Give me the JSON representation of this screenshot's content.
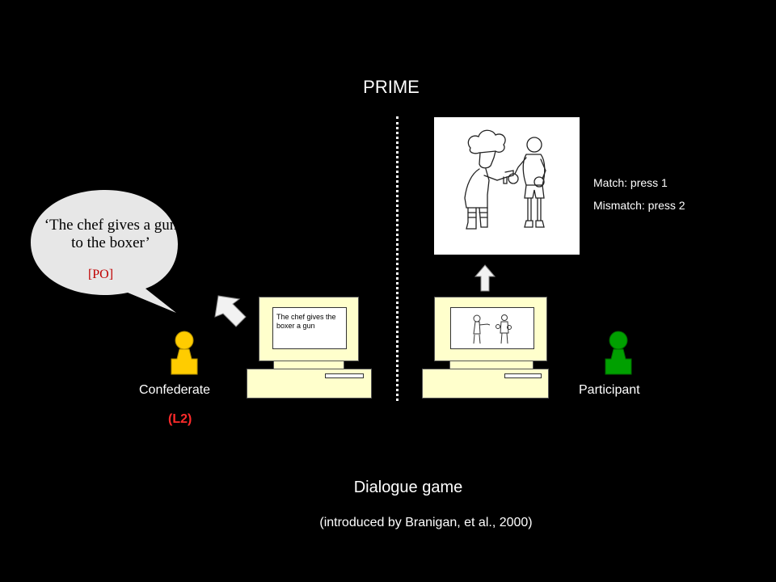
{
  "title": "PRIME",
  "speech": {
    "quote": "‘The chef gives a gun to the boxer’",
    "structure": "[PO]"
  },
  "confederate": {
    "label": "Confederate",
    "language": "(L2)",
    "color": "#ffcc00"
  },
  "participant": {
    "label": "Participant",
    "color": "#00a000"
  },
  "confederate_screen_text": "The chef gives the boxer a gun",
  "instructions": {
    "match": "Match: press 1",
    "mismatch": "Mismatch: press 2"
  },
  "footer": {
    "title": "Dialogue game",
    "citation": "(introduced by Branigan, et al., 2000)"
  },
  "colors": {
    "background": "#000000",
    "computer": "#ffffcc",
    "tag": "#c00000"
  }
}
